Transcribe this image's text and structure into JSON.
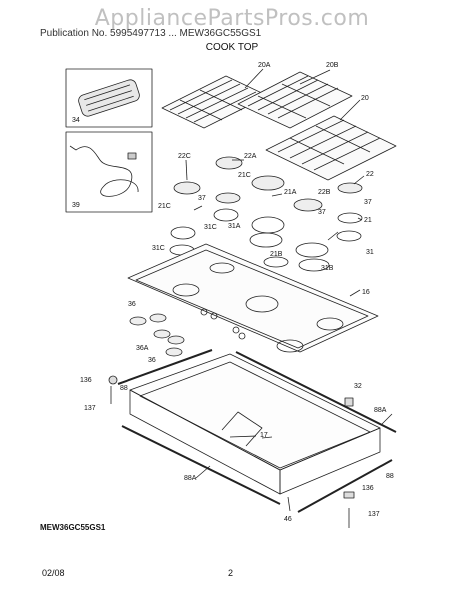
{
  "header": {
    "watermark": "AppliancePartsPros.com",
    "publication_line": "Publication No. 5995497713 ... MEW36GC55GS1",
    "section_title": "COOK TOP"
  },
  "footer": {
    "model": "MEW36GC55GS1",
    "date": "02/08",
    "page": "2"
  },
  "callouts": {
    "c20A": "20A",
    "c20B": "20B",
    "c20": "20",
    "c34": "34",
    "c39": "39",
    "c22C": "22C",
    "c22A": "22A",
    "c22": "22",
    "c21C_top": "21C",
    "c21A": "21A",
    "c22B": "22B",
    "c21C": "21C",
    "c37a": "37",
    "c31C_mid": "31C",
    "c31A": "31A",
    "c37b": "37",
    "c21": "21",
    "c31C": "31C",
    "c21B": "21B",
    "c31B": "31B",
    "c31": "31",
    "c37c": "37",
    "c16": "16",
    "c36": "36",
    "c36A": "36A",
    "c36b": "36",
    "c138a": "136",
    "c88a": "88",
    "c137a": "137",
    "c32": "32",
    "c88A_r": "88A",
    "c17": "17",
    "c88A_l": "88A",
    "c88b": "88",
    "c136b": "136",
    "c46": "46",
    "c137b": "137"
  }
}
